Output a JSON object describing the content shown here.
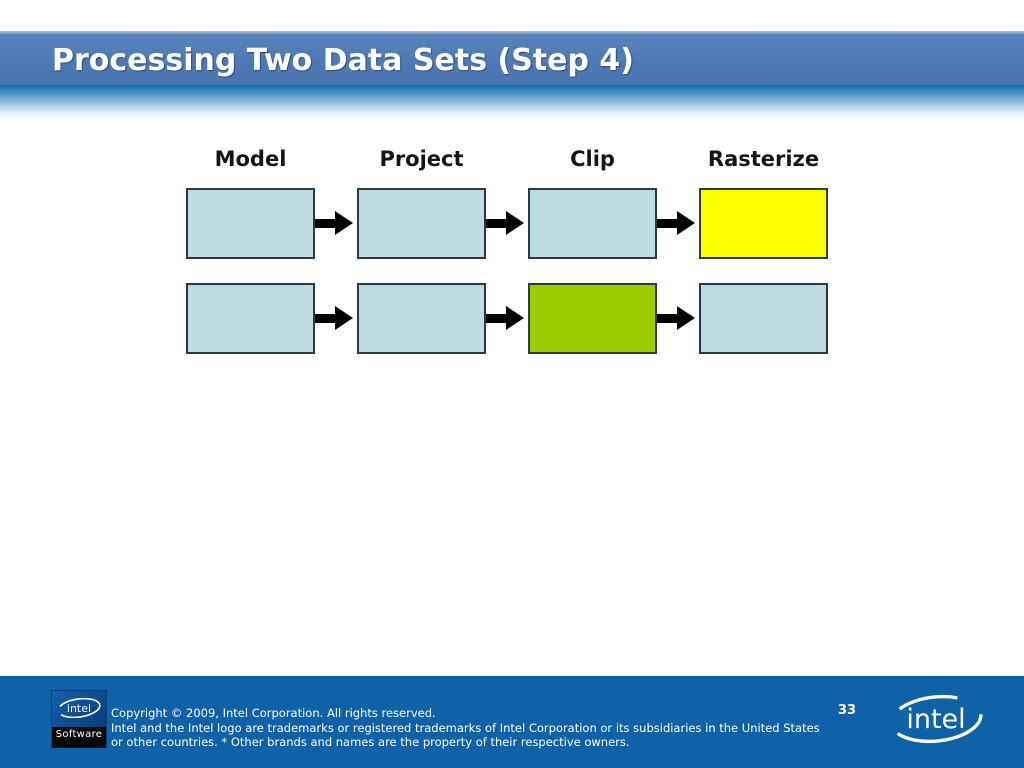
{
  "slide": {
    "title": "Processing Two Data Sets (Step 4)",
    "page_number": "33",
    "header_color": "#4e79b4",
    "footer_color": "#0f62a8"
  },
  "diagram": {
    "type": "pipeline",
    "column_labels": [
      "Model",
      "Project",
      "Clip",
      "Rasterize"
    ],
    "colors": {
      "default": "#bcdce1",
      "highlight_yellow": "#ffff00",
      "highlight_green": "#9acc00",
      "border": "#2d3b40",
      "arrow": "#000000"
    },
    "rows": [
      {
        "row_index": 0,
        "cells": [
          {
            "stage": "Model",
            "fill": "#bcdce1",
            "state": "default"
          },
          {
            "stage": "Project",
            "fill": "#bcdce1",
            "state": "default"
          },
          {
            "stage": "Clip",
            "fill": "#bcdce1",
            "state": "default"
          },
          {
            "stage": "Rasterize",
            "fill": "#ffff00",
            "state": "highlight-yellow"
          }
        ]
      },
      {
        "row_index": 1,
        "cells": [
          {
            "stage": "Model",
            "fill": "#bcdce1",
            "state": "default"
          },
          {
            "stage": "Project",
            "fill": "#bcdce1",
            "state": "default"
          },
          {
            "stage": "Clip",
            "fill": "#9acc00",
            "state": "highlight-green"
          },
          {
            "stage": "Rasterize",
            "fill": "#bcdce1",
            "state": "default"
          }
        ]
      }
    ]
  },
  "footer": {
    "badge": {
      "brand": "intel",
      "sub_label": "Software"
    },
    "logo_text": "intel",
    "copyright_lines": [
      "Copyright © 2009, Intel Corporation. All rights reserved.",
      "Intel and the Intel logo are trademarks or registered trademarks of Intel Corporation or its subsidiaries in the United States",
      "or other countries. * Other brands and names are the property of their respective owners."
    ]
  }
}
